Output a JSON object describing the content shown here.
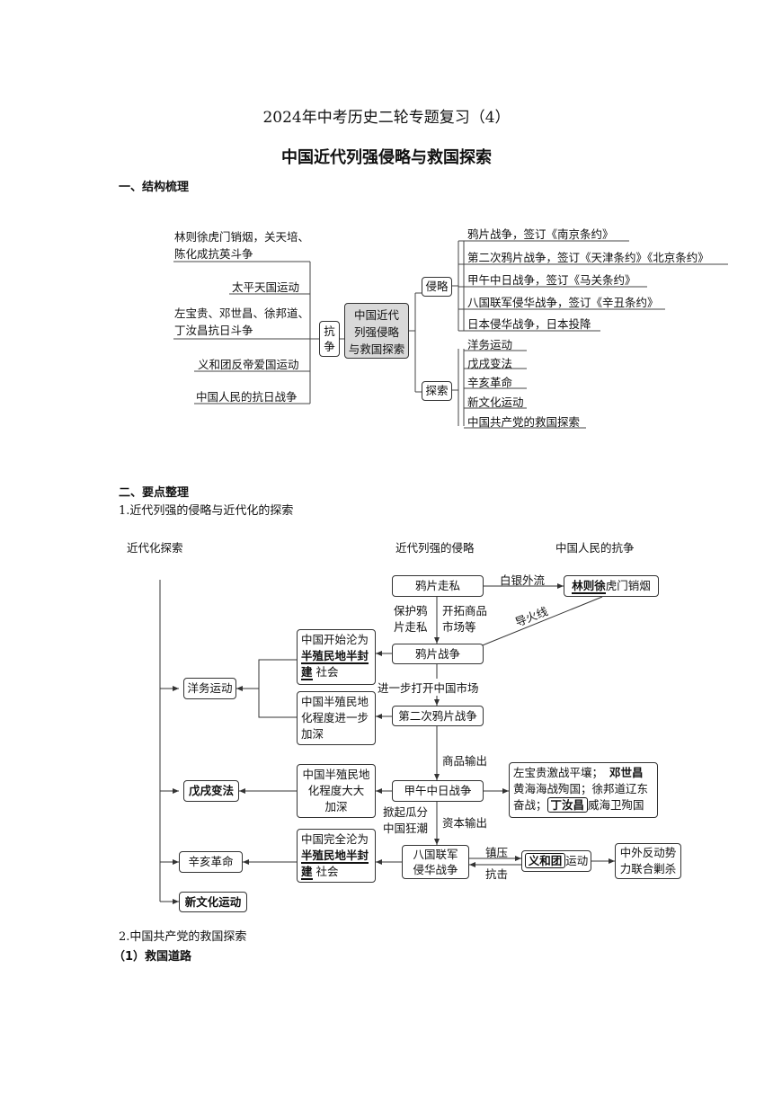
{
  "doc": {
    "title": "2024年中考历史二轮专题复习（4）",
    "subtitle": "中国近代列强侵略与救国探索",
    "section1": "一、结构梳理",
    "section2": "二、要点整理",
    "sub1": "1.近代列强的侵略与近代化的探索",
    "sub2": "2.中国共产党的救国探索",
    "sub2_1": "（1）救国道路"
  },
  "mindmap": {
    "center": [
      "中国近代",
      "列强侵略",
      "与救国探索"
    ],
    "resist_label": [
      "抗",
      "争"
    ],
    "left_items": [
      [
        "林则徐虎门销烟，关天培、",
        "陈化成抗英斗争"
      ],
      [
        "太平天国运动"
      ],
      [
        "左宝贵、邓世昌、徐邦道、",
        "丁汝昌抗日斗争"
      ],
      [
        "义和团反帝爱国运动"
      ],
      [
        "中国人民的抗日战争"
      ]
    ],
    "invade_label": "侵略",
    "invade_items": [
      "鸦片战争，签订《南京条约》",
      "第二次鸦片战争，签订《天津条约》《北京条约》",
      "甲午中日战争，签订《马关条约》",
      "八国联军侵华战争，签订《辛丑条约》",
      "日本侵华战争，日本投降"
    ],
    "explore_label": "探索",
    "explore_items": [
      "洋务运动",
      "戊戌变法",
      "辛亥革命",
      "新文化运动",
      "中国共产党的救国探索"
    ]
  },
  "flow": {
    "col_modern": "近代化探索",
    "col_invasion": "近代列强的侵略",
    "col_resist": "中国人民的抗争",
    "opium_smuggle": "鸦片走私",
    "silver_outflow": "白银外流",
    "lin_bold": "林则徐",
    "lin_rest": "虎门销烟",
    "protect": [
      "保护鸦",
      "片走私"
    ],
    "expand": [
      "开拓商品",
      "市场等"
    ],
    "fuse": "导火线",
    "opium_war": "鸦片战争",
    "semi1": [
      "中国开始沦为",
      "半殖民地半封",
      "建",
      "社会"
    ],
    "yangwu": "洋务运动",
    "further_open": "进一步打开中国市场",
    "semi2": [
      "中国半殖民地",
      "化程度进一步",
      "加深"
    ],
    "second_opium": "第二次鸦片战争",
    "goods_export": "商品输出",
    "sino_jap": "甲午中日战争",
    "semi3": [
      "中国半殖民地",
      "化程度大大",
      "加深"
    ],
    "wuxu": "戊戌变法",
    "resist_box": {
      "l1a": "左宝贵激战平壤；",
      "l1b": "邓世昌",
      "l2": "黄海海战殉国；徐邦道辽东",
      "l3a": "奋战；",
      "l3b": "丁汝昌",
      "l3c": "威海卫殉国"
    },
    "partition": [
      "掀起瓜分",
      "中国狂潮"
    ],
    "capital_export": "资本输出",
    "eight_nation": [
      "八国联军",
      "侵华战争"
    ],
    "suppress": "镇压",
    "fight": "抗击",
    "boxer_bold": "义和团",
    "boxer_rest": "运动",
    "alliance": [
      "中外反动势",
      "力联合剿杀"
    ],
    "semi4": [
      "中国完全沦为",
      "半殖民地半封",
      "建",
      "社会"
    ],
    "xinhai": "辛亥革命",
    "new_culture": "新文化运动"
  }
}
